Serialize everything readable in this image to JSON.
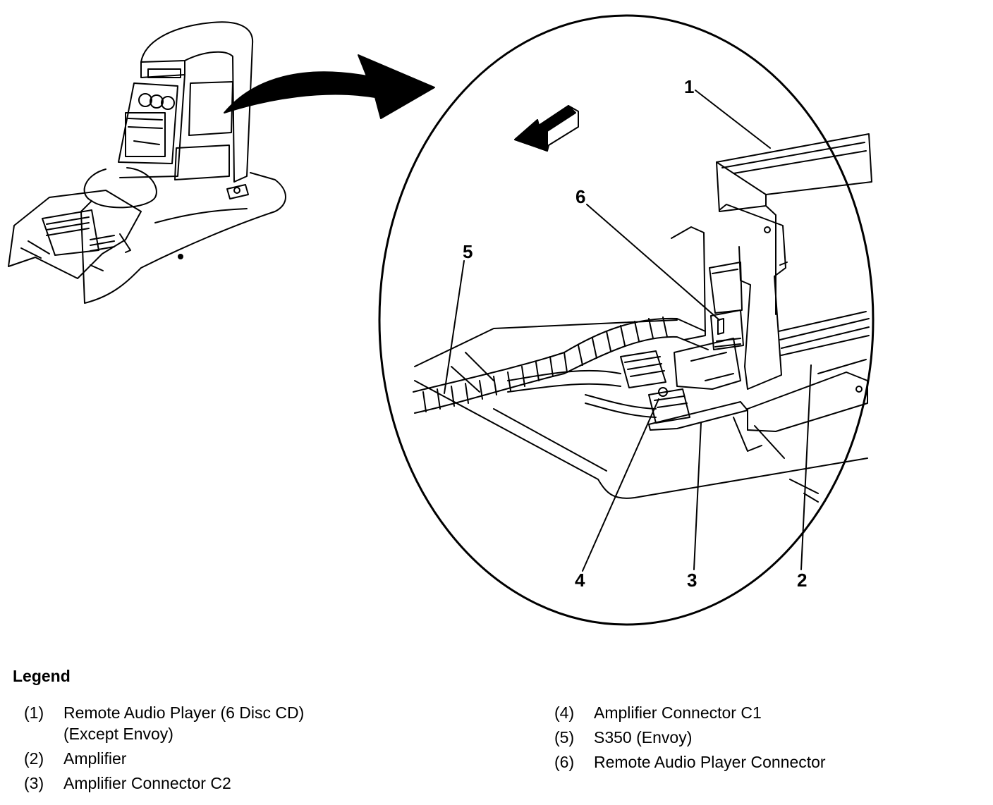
{
  "callouts": [
    "1",
    "2",
    "3",
    "4",
    "5",
    "6"
  ],
  "legend": {
    "title": "Legend",
    "left": [
      {
        "num": "(1)",
        "lines": [
          "Remote Audio Player (6 Disc CD)",
          "(Except Envoy)"
        ]
      },
      {
        "num": "(2)",
        "lines": [
          "Amplifier"
        ]
      },
      {
        "num": "(3)",
        "lines": [
          "Amplifier Connector C2"
        ]
      }
    ],
    "right": [
      {
        "num": "(4)",
        "lines": [
          "Amplifier Connector C1"
        ]
      },
      {
        "num": "(5)",
        "lines": [
          "S350 (Envoy)"
        ]
      },
      {
        "num": "(6)",
        "lines": [
          "Remote Audio Player Connector"
        ]
      }
    ]
  }
}
